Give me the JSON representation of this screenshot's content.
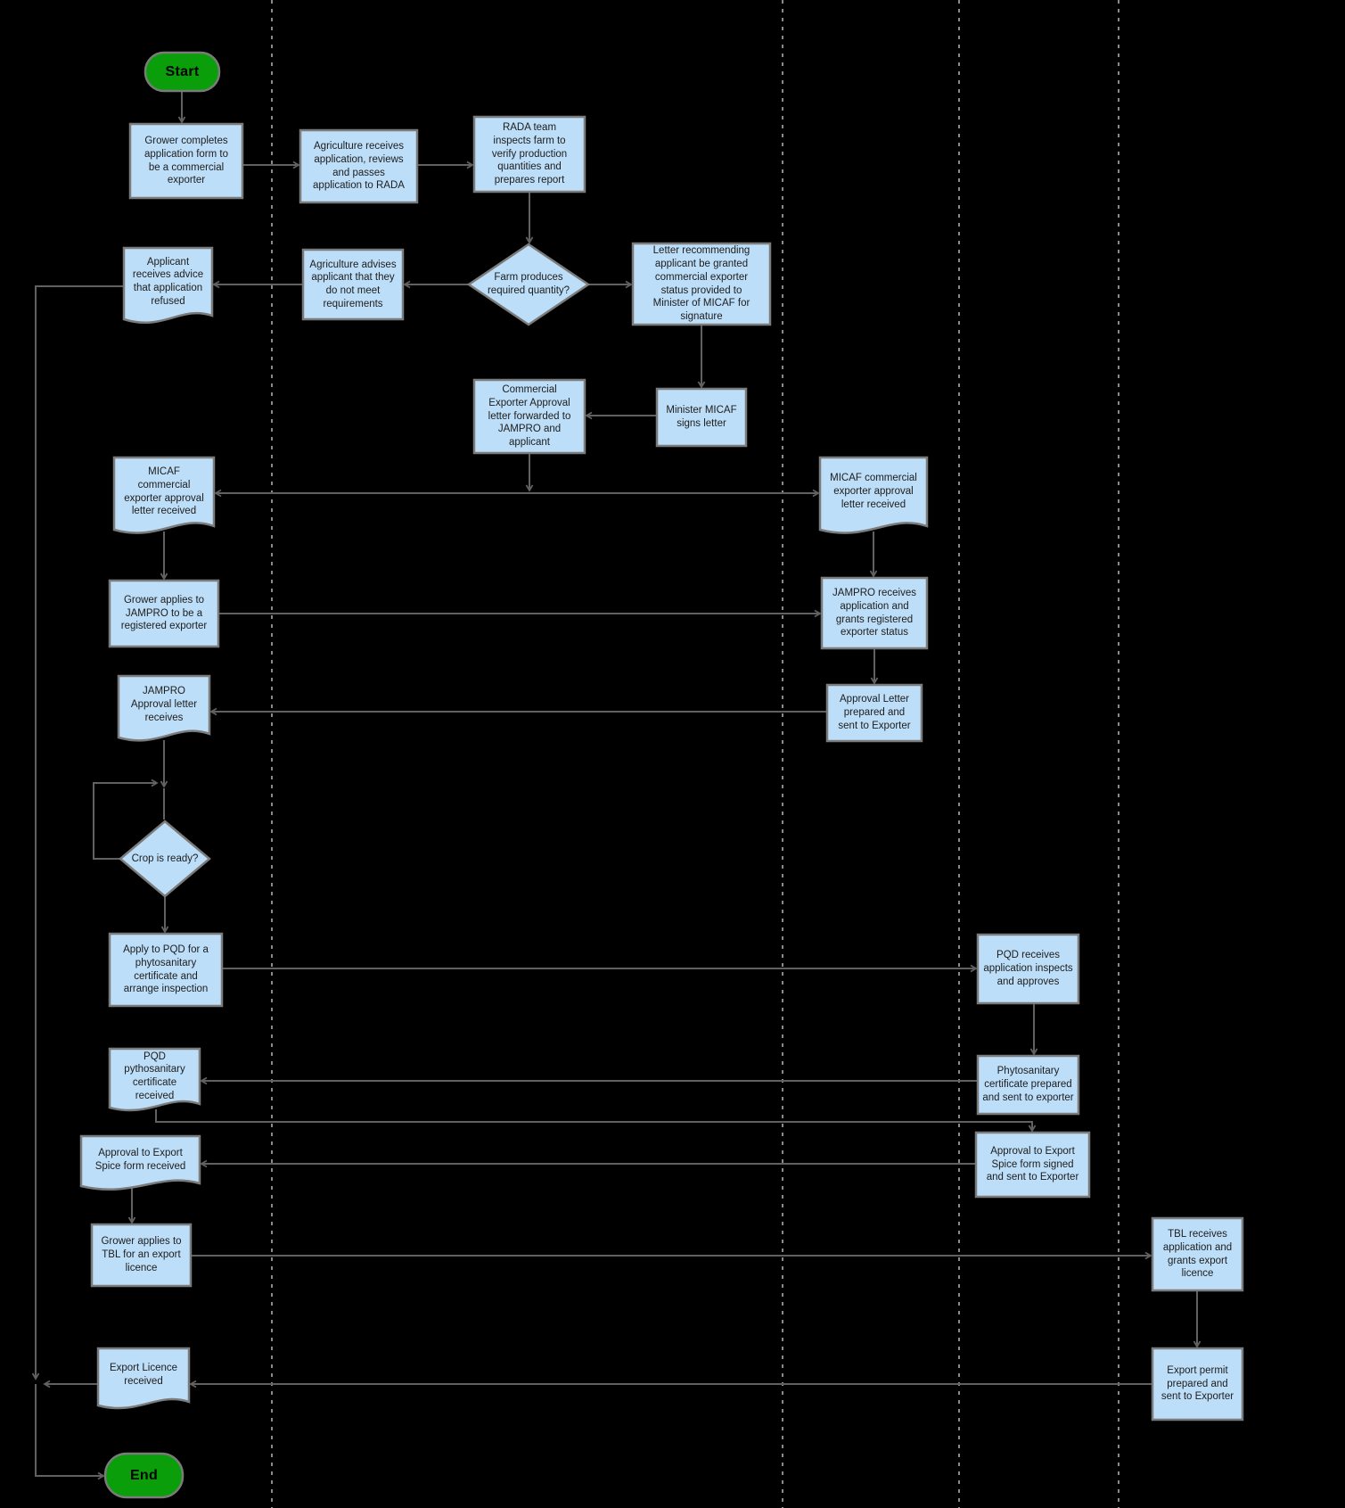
{
  "diagram": {
    "type": "flowchart",
    "background": "#000000",
    "colors": {
      "node_fill": "#BDDEF8",
      "node_border": "#7B7B7B",
      "terminal_fill": "#0A9E0A",
      "connector": "#616161",
      "lane_divider": "#8A8A8A",
      "text": "#1D1D1D"
    },
    "lanes": {
      "count": 5,
      "separator_style": "dashed"
    },
    "nodes": {
      "start": {
        "type": "terminal",
        "label": "Start"
      },
      "p1": {
        "type": "process",
        "label": "Grower completes\napplication form to\nbe a commercial\nexporter"
      },
      "a1": {
        "type": "process",
        "label": "Agriculture receives\napplication, reviews\nand passes\napplication to RADA"
      },
      "a2": {
        "type": "process",
        "label": "RADA team\ninspects farm to\nverify production\nquantities and\nprepares report"
      },
      "doc1": {
        "type": "document",
        "label": "Applicant\nreceives advice\nthat application\nrefused"
      },
      "a3": {
        "type": "process",
        "label": "Agriculture advises\napplicant that they\ndo not meet\nrequirements"
      },
      "d1": {
        "type": "decision",
        "label": "Farm produces\nrequired quantity?"
      },
      "a4": {
        "type": "process",
        "label": "Letter recommending\napplicant be granted\ncommercial exporter\nstatus provided to\nMinister of MICAF for\nsignature"
      },
      "b1": {
        "type": "process",
        "label": "Minister MICAF\nsigns letter"
      },
      "b2": {
        "type": "process",
        "label": "Commercial\nExporter Approval\nletter forwarded to\nJAMPRO and\napplicant"
      },
      "doc2l": {
        "type": "document",
        "label": "MICAF\ncommercial\nexporter approval\nletter received"
      },
      "doc2r": {
        "type": "document",
        "label": "MICAF commercial\nexporter approval\nletter received"
      },
      "p2": {
        "type": "process",
        "label": "Grower applies to\nJAMPRO to be a\nregistered exporter"
      },
      "b3": {
        "type": "process",
        "label": "JAMPRO receives\napplication and\ngrants registered\nexporter status"
      },
      "doc3": {
        "type": "document",
        "label": "JAMPRO\nApproval letter\nreceives"
      },
      "b4": {
        "type": "process",
        "label": "Approval Letter\nprepared and\nsent to Exporter"
      },
      "d2": {
        "type": "decision",
        "label": "Crop is ready?"
      },
      "p3": {
        "type": "process",
        "label": "Apply to PQD for a\nphytosanitary\ncertificate and\narrange inspection"
      },
      "c1": {
        "type": "process",
        "label": "PQD receives\napplication inspects\nand approves"
      },
      "doc4": {
        "type": "document",
        "label": "PQD\npythosanitary\ncertificate\nreceived"
      },
      "c2": {
        "type": "process",
        "label": "Phytosanitary\ncertificate prepared\nand sent to exporter"
      },
      "doc5": {
        "type": "document",
        "label": "Approval to Export\nSpice form received"
      },
      "c3": {
        "type": "process",
        "label": "Approval to Export\nSpice form signed\nand sent to Exporter"
      },
      "p4": {
        "type": "process",
        "label": "Grower applies to\nTBL for an export\nlicence"
      },
      "t1": {
        "type": "process",
        "label": "TBL receives\napplication and\ngrants export\nlicence"
      },
      "doc6": {
        "type": "document",
        "label": "Export Licence\nreceived"
      },
      "t2": {
        "type": "process",
        "label": "Export permit\nprepared and\nsent to Exporter"
      },
      "end": {
        "type": "terminal",
        "label": "End"
      }
    }
  }
}
